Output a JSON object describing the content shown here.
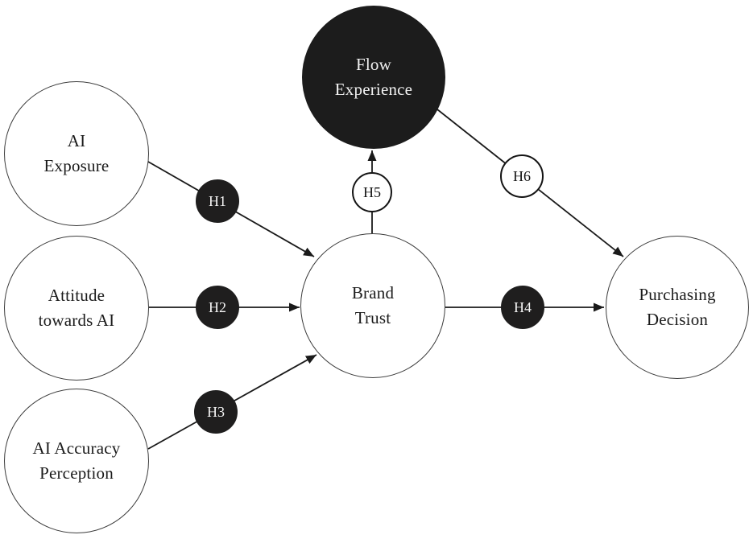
{
  "diagram": {
    "type": "hypothesis-path-model",
    "nodes": [
      {
        "id": "ai-exposure",
        "label": "AI\nExposure",
        "variant": "light"
      },
      {
        "id": "attitude-towards-ai",
        "label": "Attitude\ntowards AI",
        "variant": "light"
      },
      {
        "id": "ai-accuracy-perception",
        "label": "AI Accuracy\nPerception",
        "variant": "light"
      },
      {
        "id": "flow-experience",
        "label": "Flow\nExperience",
        "variant": "dark"
      },
      {
        "id": "brand-trust",
        "label": "Brand\nTrust",
        "variant": "light"
      },
      {
        "id": "purchasing-decision",
        "label": "Purchasing\nDecision",
        "variant": "light"
      }
    ],
    "hypothesis_badges": [
      {
        "id": "h1",
        "label": "H1",
        "variant": "dark"
      },
      {
        "id": "h2",
        "label": "H2",
        "variant": "dark"
      },
      {
        "id": "h3",
        "label": "H3",
        "variant": "dark"
      },
      {
        "id": "h4",
        "label": "H4",
        "variant": "dark"
      },
      {
        "id": "h5",
        "label": "H5",
        "variant": "light"
      },
      {
        "id": "h6",
        "label": "H6",
        "variant": "light"
      }
    ],
    "edges": [
      {
        "label": "H1",
        "from": "ai-exposure",
        "to": "brand-trust"
      },
      {
        "label": "H2",
        "from": "attitude-towards-ai",
        "to": "brand-trust"
      },
      {
        "label": "H3",
        "from": "ai-accuracy-perception",
        "to": "brand-trust"
      },
      {
        "label": "H4",
        "from": "brand-trust",
        "to": "purchasing-decision"
      },
      {
        "label": "H5",
        "from": "brand-trust",
        "to": "flow-experience"
      },
      {
        "label": "H6",
        "from": "flow-experience",
        "to": "purchasing-decision"
      }
    ],
    "colors": {
      "dark_fill": "#1c1c1c",
      "light_fill": "#ffffff",
      "outline": "#3c3c3c",
      "arrow": "#1a1a1a",
      "dark_text": "#f2f2f2",
      "light_text": "#1a1a1a"
    }
  }
}
